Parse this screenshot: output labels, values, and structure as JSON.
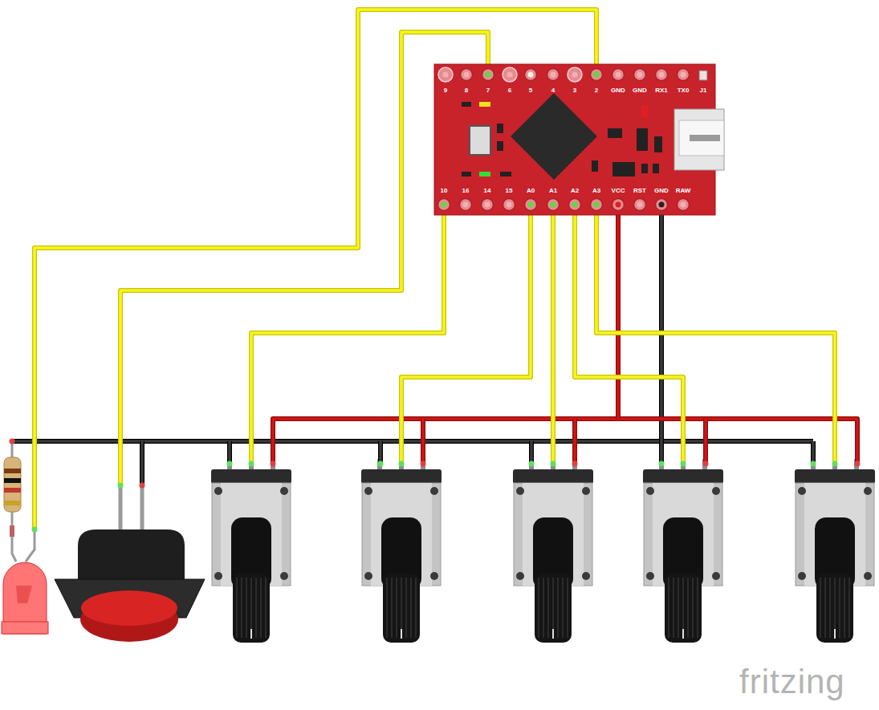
{
  "diagram": {
    "nodes": [
      {
        "text": [
          "9",
          "8",
          "7",
          "6",
          "5",
          "4",
          "3",
          "2",
          "GND",
          "GND",
          "RX1",
          "TX0",
          "J1",
          "10",
          "16",
          "14",
          "15",
          "A0",
          "A1",
          "A2",
          "A3",
          "VCC",
          "RST",
          "GND",
          "RAW"
        ]
      }
    ],
    "labels": [
      "fritzing"
    ]
  }
}
